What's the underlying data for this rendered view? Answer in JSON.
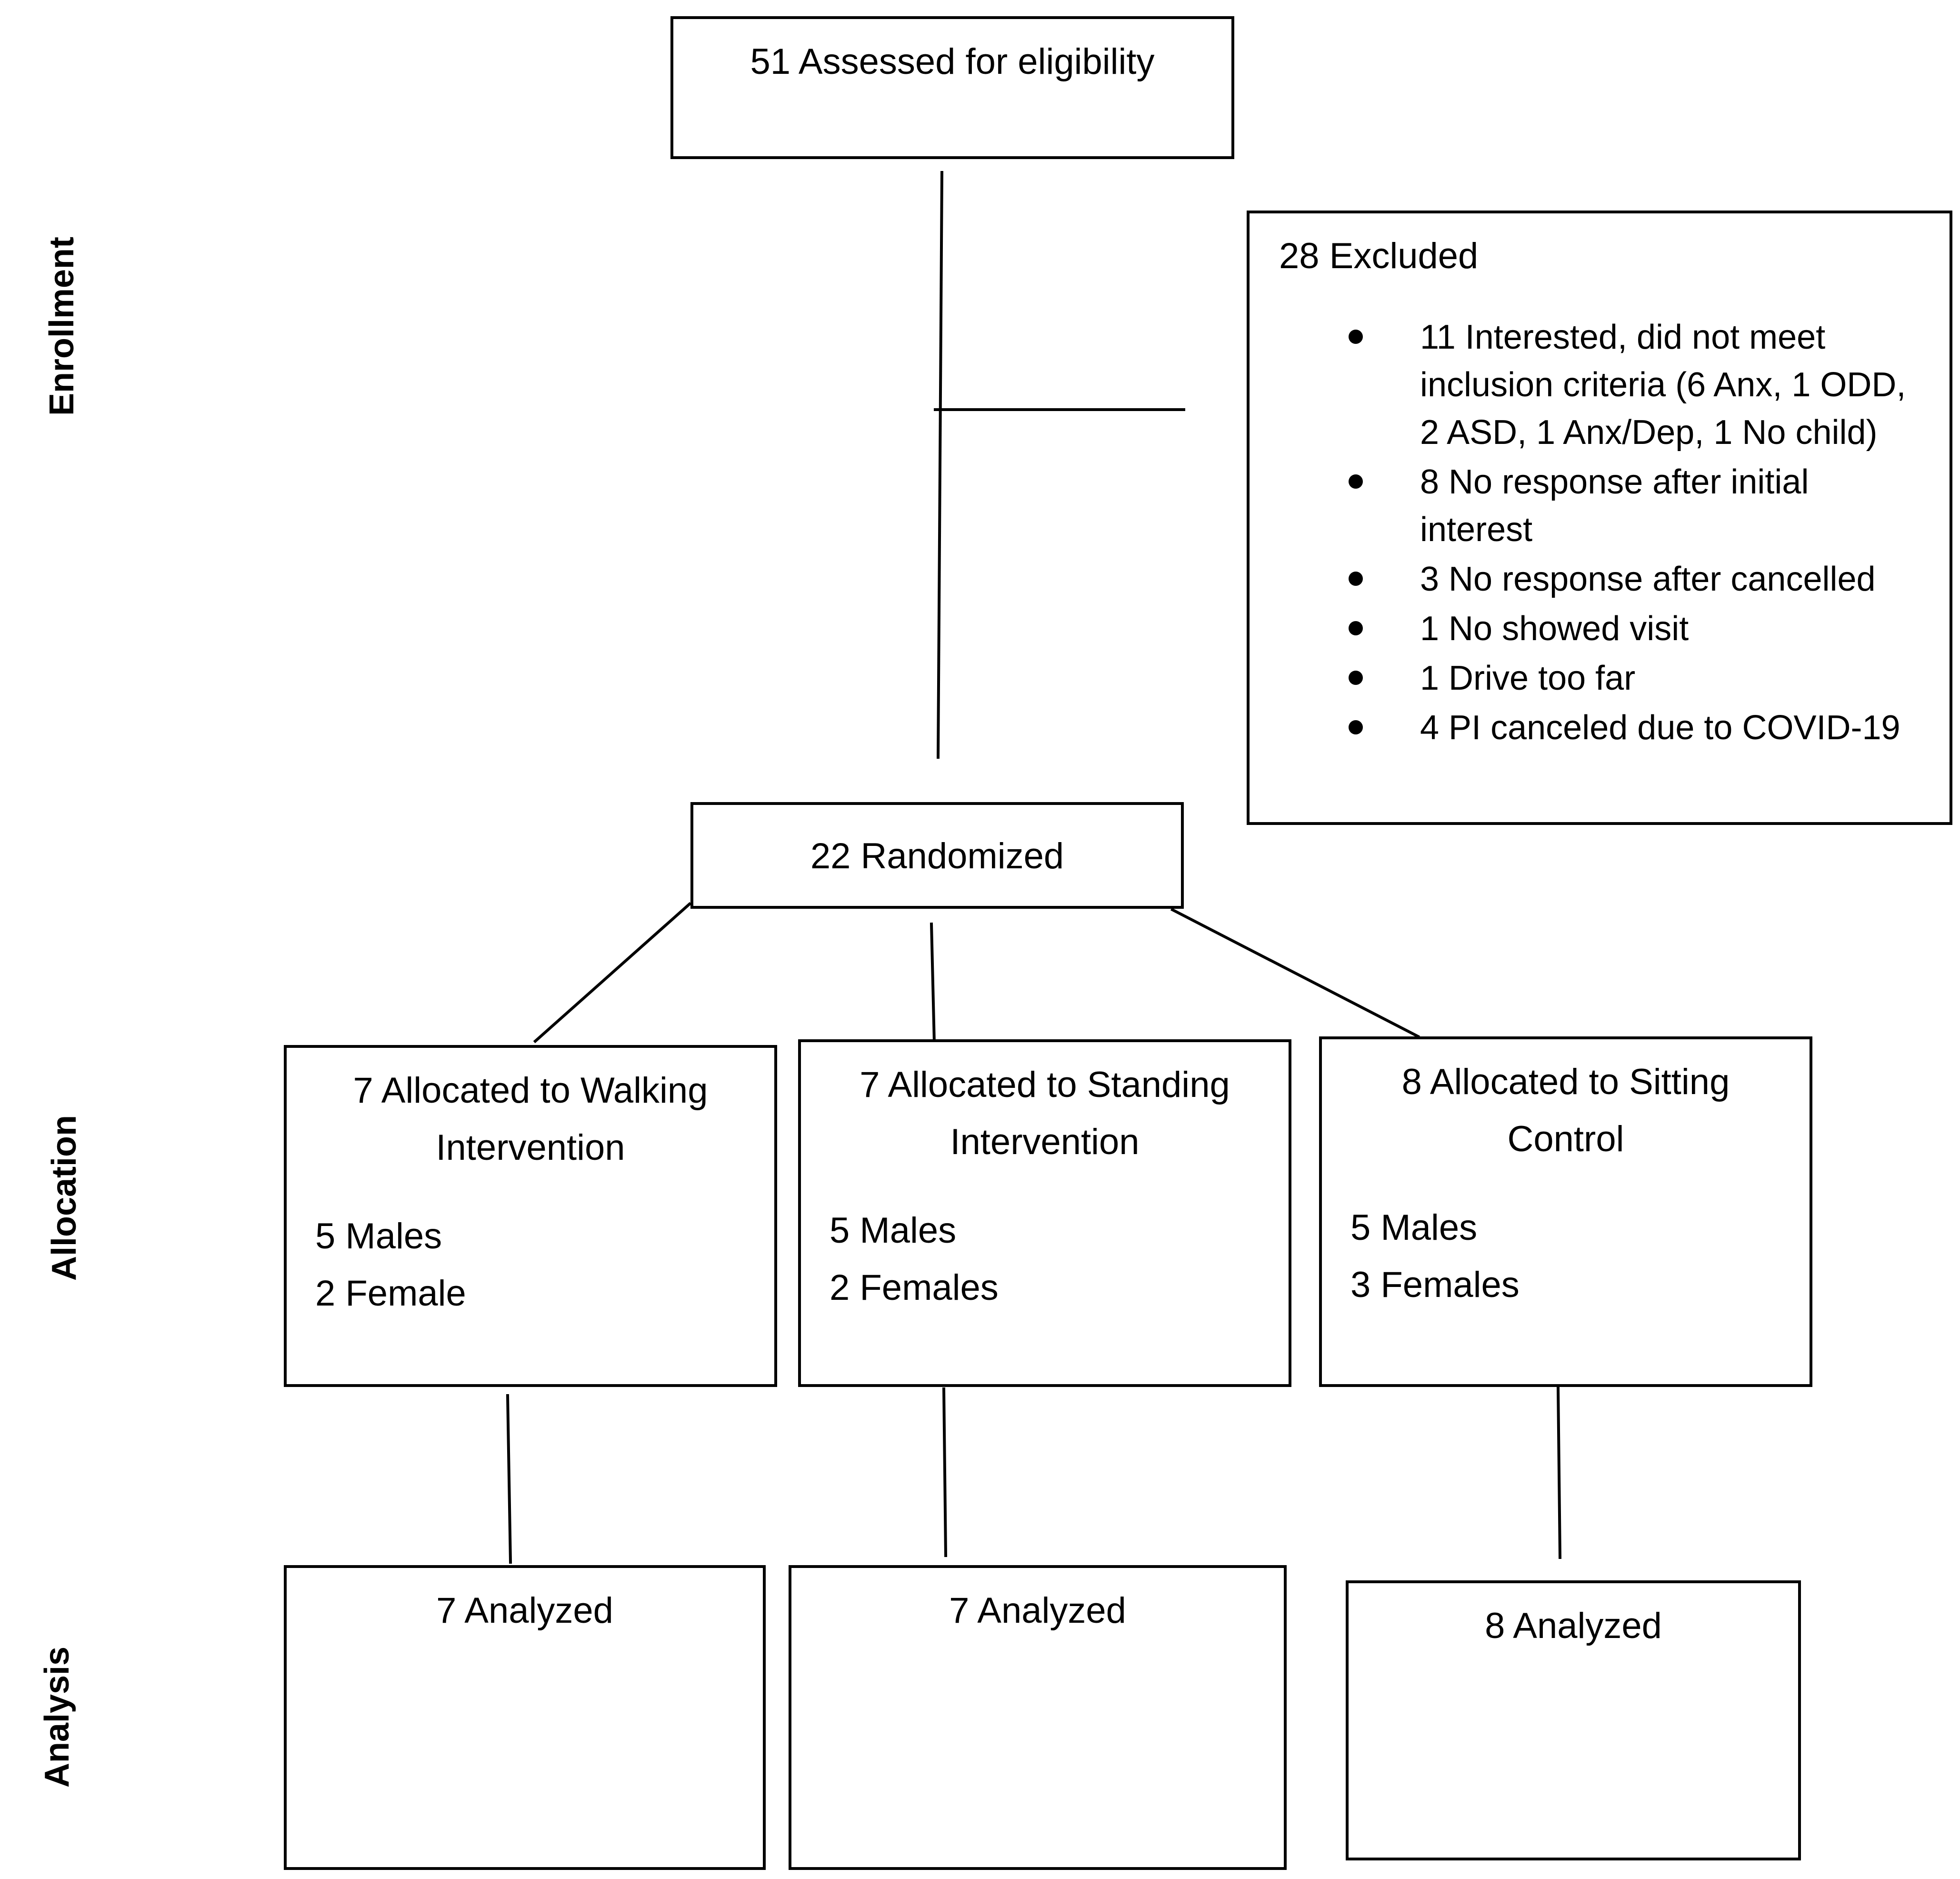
{
  "phases": {
    "enrollment": "Enrollment",
    "allocation": "Allocation",
    "analysis": "Analysis"
  },
  "assessed": {
    "title": "51 Assessed for eligibility"
  },
  "excluded": {
    "title": "28 Excluded",
    "reasons": [
      "11 Interested, did not meet inclusion criteria (6 Anx, 1 ODD, 2 ASD, 1 Anx/Dep, 1 No child)",
      "8 No response after initial interest",
      "3 No response after cancelled",
      "1 No showed visit",
      "1 Drive too far",
      "4 PI canceled due to COVID-19"
    ]
  },
  "randomized": {
    "title": "22 Randomized"
  },
  "allocation": {
    "walking": {
      "title_line1": "7 Allocated to Walking",
      "title_line2": "Intervention",
      "males": "5 Males",
      "females": "2 Female"
    },
    "standing": {
      "title_line1": "7 Allocated to Standing",
      "title_line2": "Intervention",
      "males": "5 Males",
      "females": "2 Females"
    },
    "sitting": {
      "title_line1": "8 Allocated to Sitting",
      "title_line2": "Control",
      "males": "5 Males",
      "females": "3 Females"
    }
  },
  "analysis": {
    "walking": "7 Analyzed",
    "standing": "7 Analyzed",
    "sitting": "8 Analyzed"
  }
}
